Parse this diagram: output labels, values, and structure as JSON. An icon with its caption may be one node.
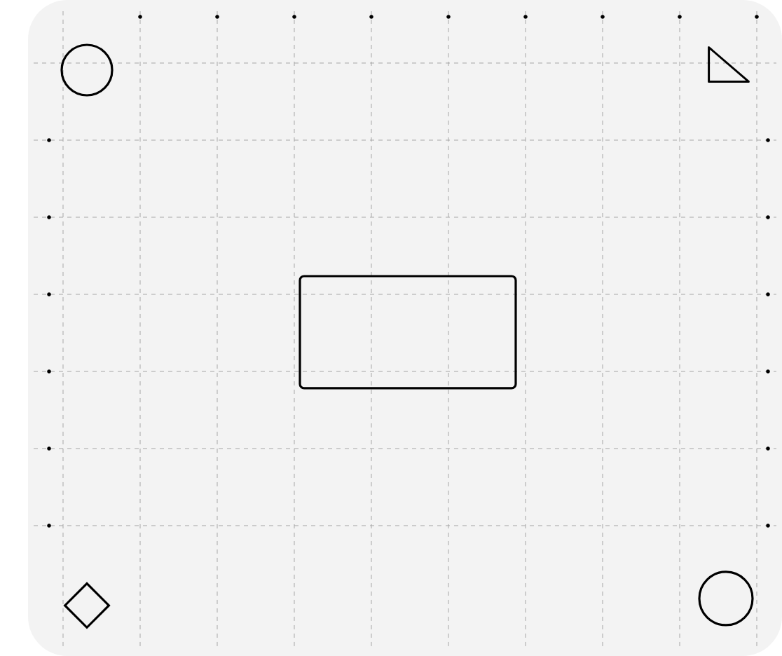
{
  "diagram": {
    "nodes": [
      {
        "text": [],
        "shape": "circle"
      },
      {
        "text": [],
        "shape": "triangle"
      },
      {
        "text": [],
        "shape": "box"
      },
      {
        "text": [],
        "shape": "diamond"
      },
      {
        "text": [],
        "shape": "circle"
      }
    ]
  }
}
